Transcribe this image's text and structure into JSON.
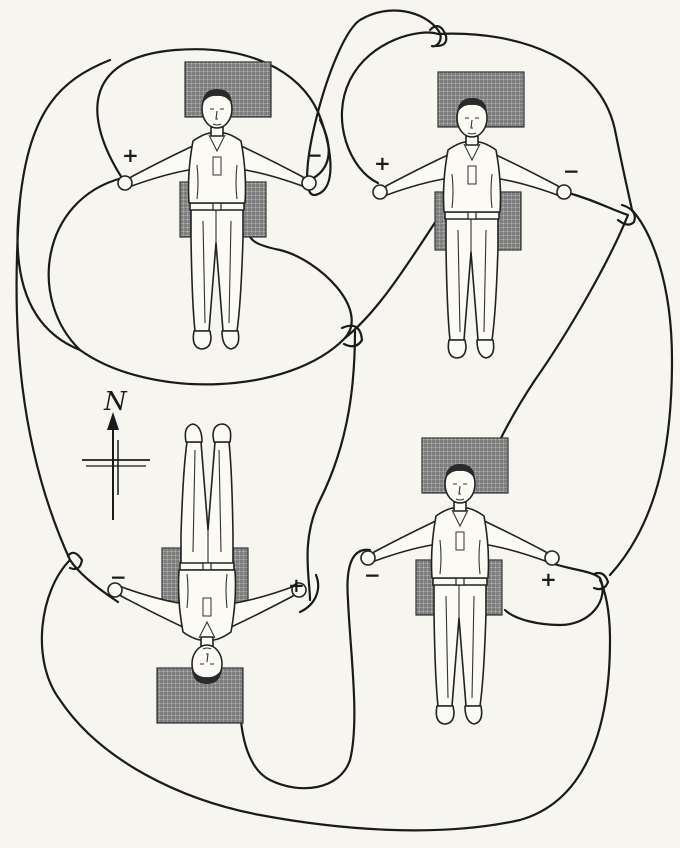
{
  "compass": {
    "north_label": "N"
  },
  "figures": [
    {
      "id": "top-left",
      "heading": "head-north",
      "left_hand": "+",
      "right_hand": "−"
    },
    {
      "id": "top-right",
      "heading": "head-north",
      "left_hand": "+",
      "right_hand": "−"
    },
    {
      "id": "bottom-left",
      "heading": "head-south",
      "left_hand": "−",
      "right_hand": "+"
    },
    {
      "id": "bottom-right",
      "heading": "head-north",
      "left_hand": "−",
      "right_hand": "+"
    }
  ],
  "colors": {
    "ink": "#1a1a1a",
    "paper": "#f6f5ef",
    "pad": "#8a8a8a"
  }
}
